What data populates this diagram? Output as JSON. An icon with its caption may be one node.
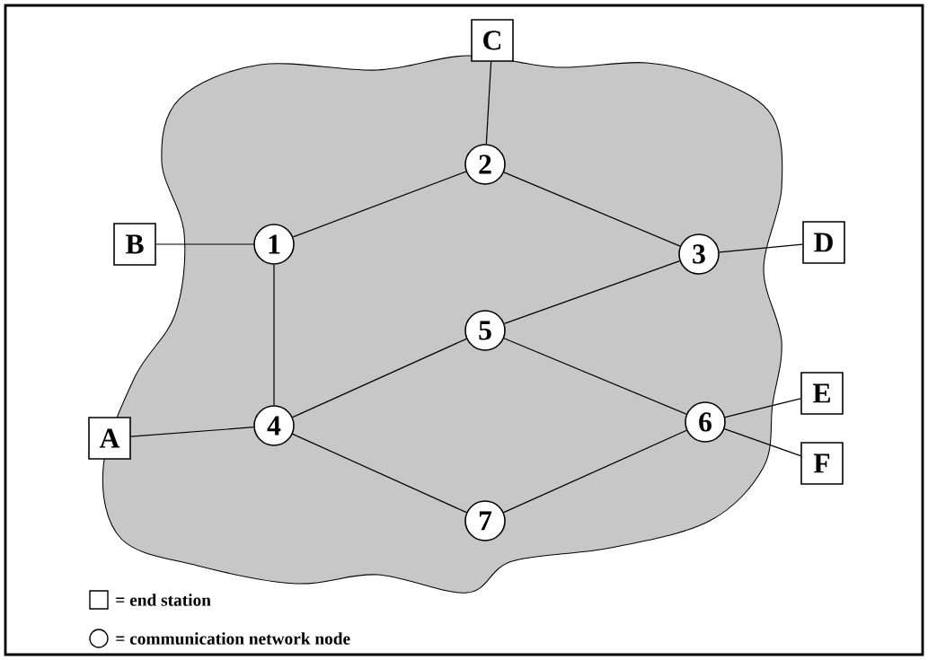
{
  "diagram": {
    "nodes": [
      {
        "text": [
          "C"
        ]
      },
      {
        "text": [
          "2"
        ]
      },
      {
        "text": [
          "B"
        ]
      },
      {
        "text": [
          "1"
        ]
      },
      {
        "text": [
          "3"
        ]
      },
      {
        "text": [
          "D"
        ]
      },
      {
        "text": [
          "5"
        ]
      },
      {
        "text": [
          "E"
        ]
      },
      {
        "text": [
          "A"
        ]
      },
      {
        "text": [
          "4"
        ]
      },
      {
        "text": [
          "6"
        ]
      },
      {
        "text": [
          "F"
        ]
      },
      {
        "text": [
          "7"
        ]
      }
    ],
    "edges": [
      {
        "from": 0,
        "to": 1,
        "arrow": "none"
      },
      {
        "from": 1,
        "to": 3,
        "arrow": "none"
      },
      {
        "from": 1,
        "to": 4,
        "arrow": "none"
      },
      {
        "from": 2,
        "to": 3,
        "arrow": "none"
      },
      {
        "from": 4,
        "to": 5,
        "arrow": "none"
      },
      {
        "from": 3,
        "to": 9,
        "arrow": "none"
      },
      {
        "from": 4,
        "to": 6,
        "arrow": "none"
      },
      {
        "from": 6,
        "to": 9,
        "arrow": "none"
      },
      {
        "from": 6,
        "to": 10,
        "arrow": "none"
      },
      {
        "from": 8,
        "to": 9,
        "arrow": "none"
      },
      {
        "from": 10,
        "to": 7,
        "arrow": "none"
      },
      {
        "from": 10,
        "to": 11,
        "arrow": "none"
      },
      {
        "from": 9,
        "to": 12,
        "arrow": "none"
      },
      {
        "from": 12,
        "to": 10,
        "arrow": "none"
      }
    ],
    "legend": [
      {
        "text": "= end station"
      },
      {
        "text": "= communication network node"
      }
    ]
  }
}
